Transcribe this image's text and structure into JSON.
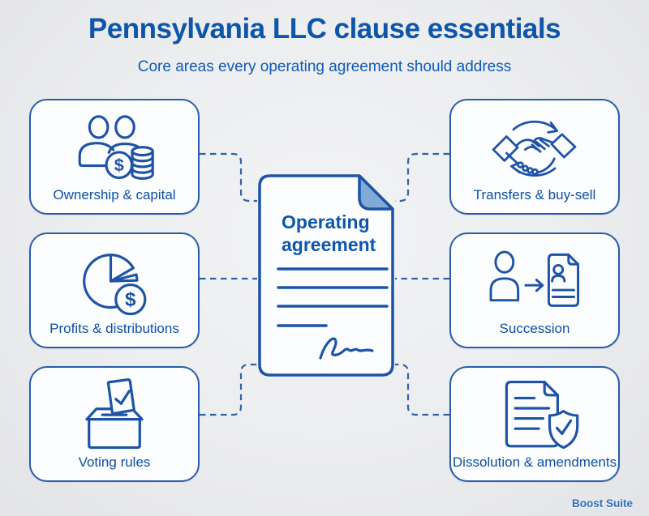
{
  "header": {
    "title": "Pennsylvania LLC clause essentials",
    "subtitle": "Core areas every operating agreement should address"
  },
  "center_document": {
    "title_line1": "Operating",
    "title_line2": "agreement"
  },
  "cards": {
    "left": [
      {
        "label": "Ownership & capital",
        "icon": "people-coins-icon"
      },
      {
        "label": "Profits & distributions",
        "icon": "pie-chart-dollar-icon"
      },
      {
        "label": "Voting rules",
        "icon": "ballot-box-icon"
      }
    ],
    "right": [
      {
        "label": "Transfers & buy-sell",
        "icon": "handshake-cycle-icon"
      },
      {
        "label": "Succession",
        "icon": "person-to-document-icon"
      },
      {
        "label": "Dissolution & amendments",
        "icon": "document-shield-icon"
      }
    ]
  },
  "glyphs": {
    "dollar": "$"
  },
  "footer": {
    "brand": "Boost Suite"
  },
  "colors": {
    "title_blue": "#0e55ac",
    "line_blue": "#1d53a6",
    "connector_blue": "#2e63ad",
    "fold_blue": "#82aad7",
    "background": "#ecedef",
    "card_background": "#fcfdfe"
  }
}
